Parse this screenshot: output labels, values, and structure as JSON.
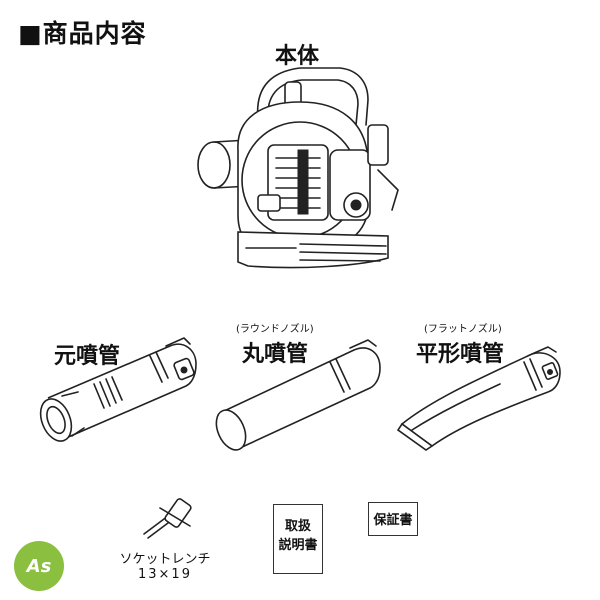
{
  "heading": "■商品内容",
  "items": {
    "main_unit": {
      "label": "本体"
    },
    "base_pipe": {
      "label": "元噴管"
    },
    "round_nozzle": {
      "label": "丸噴管",
      "sub": "(ラウンドノズル)"
    },
    "flat_nozzle": {
      "label": "平形噴管",
      "sub": "(フラットノズル)"
    },
    "socket_wrench": {
      "label": "ソケットレンチ",
      "size": "13×19"
    },
    "manual": {
      "line1": "取扱",
      "line2": "説明書"
    },
    "warranty": {
      "label": "保証書"
    }
  },
  "badge": {
    "text": "As",
    "color": "#8bbf3f"
  }
}
